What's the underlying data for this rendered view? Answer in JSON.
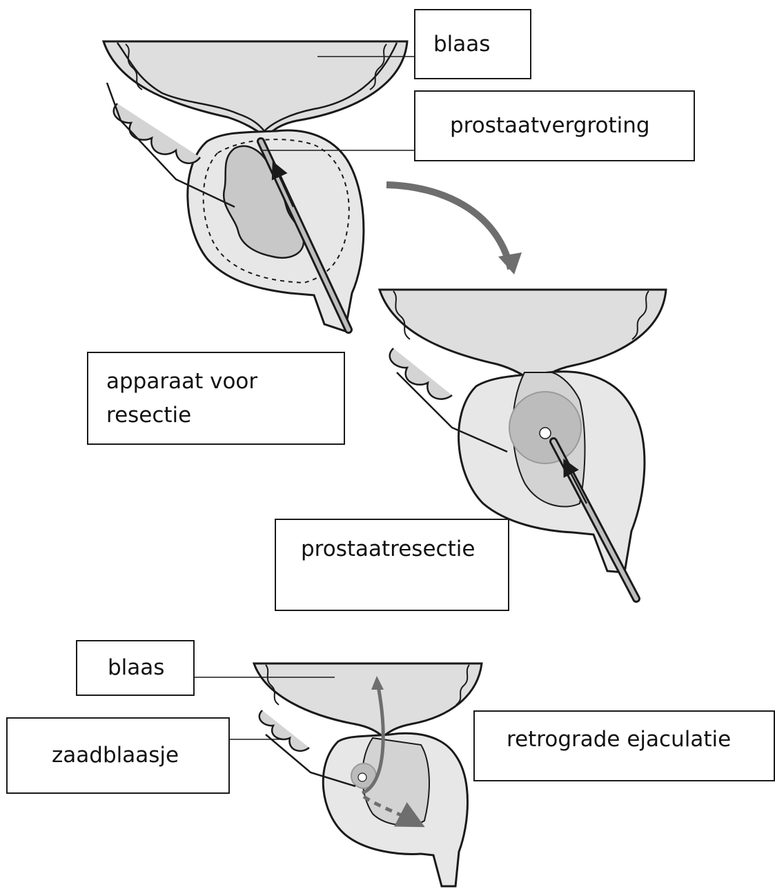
{
  "labels": {
    "blaas_top": "blaas",
    "prostaatvergroting": "prostaatvergroting",
    "apparaat_line1": "apparaat voor",
    "apparaat_line2": "resectie",
    "prostaatresectie": "prostaatresectie",
    "blaas_bottom": "blaas",
    "zaadblaasje": "zaadblaasje",
    "retrograde_ejaculatie": "retrograde ejaculatie"
  },
  "colors": {
    "outline": "#1a1a1a",
    "tissue_light": "#dcdcdc",
    "tissue_mid": "#c4c4c4",
    "arrow_gray": "#6e6e6e"
  }
}
